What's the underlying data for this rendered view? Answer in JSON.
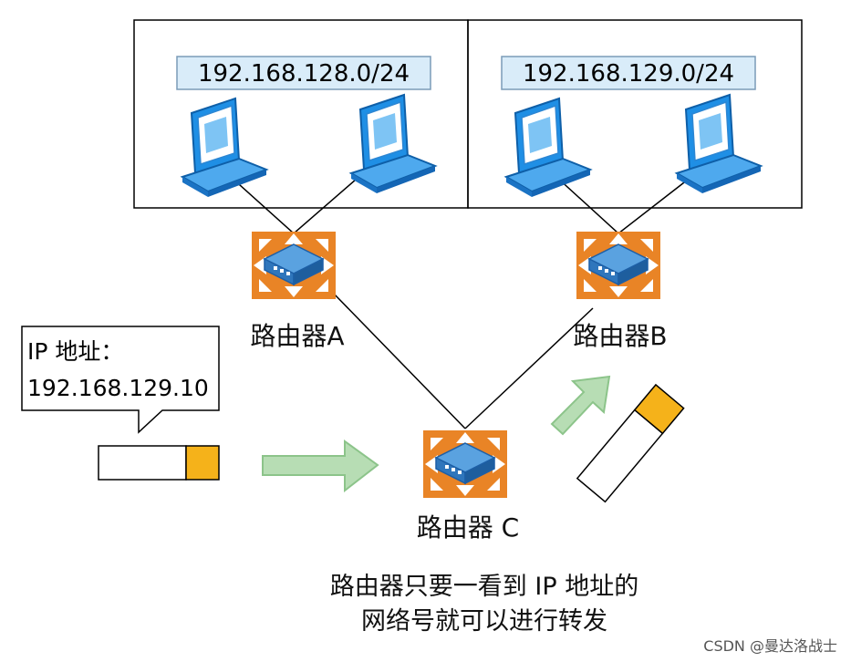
{
  "subnets": [
    {
      "label": "192.168.128.0/24"
    },
    {
      "label": "192.168.129.0/24"
    }
  ],
  "routers": [
    {
      "id": "A",
      "label": "路由器A"
    },
    {
      "id": "B",
      "label": "路由器B"
    },
    {
      "id": "C",
      "label": "路由器 C"
    }
  ],
  "callout": {
    "line1": "IP 地址：",
    "line2": "192.168.129.10"
  },
  "caption": {
    "line1": "路由器只要一看到 IP 地址的",
    "line2": "网络号就可以进行转发"
  },
  "watermark": "CSDN @曼达洛战士",
  "icons": [
    "laptop-icon",
    "router-icon",
    "arrow-right-icon",
    "packet-icon"
  ],
  "colors": {
    "router_orange": "#E98426",
    "router_blue": "#2F76BC",
    "laptop_blue": "#1F8FE5",
    "label_fill": "#D9ECF9",
    "arrow_green": "#B7DDB4",
    "arrow_stroke": "#8CC48A",
    "packet_head": "#F5B21A"
  }
}
